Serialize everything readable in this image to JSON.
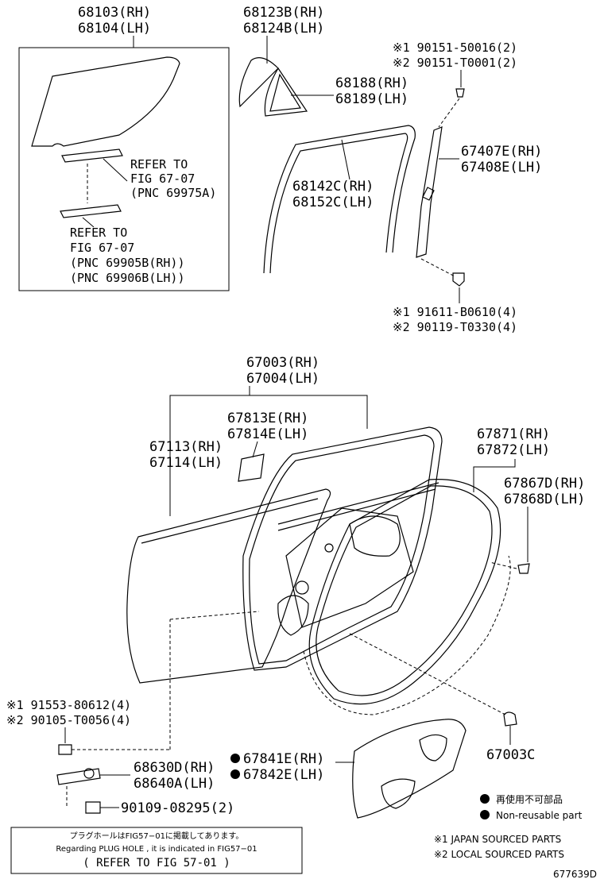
{
  "labels": {
    "glass_rh": "68103(RH)",
    "glass_lh": "68104(LH)",
    "quarter_rh": "68123B(RH)",
    "quarter_lh": "68124B(LH)",
    "qweather_rh": "68188(RH)",
    "qweather_lh": "68189(LH)",
    "screw1": "※1 90151-50016(2)",
    "screw2": "※2 90151-T0001(2)",
    "run_rh": "68142C(RH)",
    "run_lh": "68152C(LH)",
    "frame_rh": "67407E(RH)",
    "frame_lh": "67408E(LH)",
    "refer1_a": "REFER TO",
    "refer1_b": "FIG 67-07",
    "refer1_c": "(PNC 69975A)",
    "refer2_a": "REFER TO",
    "refer2_b": "FIG 67-07",
    "refer2_c": "(PNC 69905B(RH))",
    "refer2_d": "(PNC 69906B(LH))",
    "bolt1": "※1 91611-B0610(4)",
    "bolt2": "※2 90119-T0330(4)",
    "door_rh": "67003(RH)",
    "door_lh": "67004(LH)",
    "film_rh": "67813E(RH)",
    "film_lh": "67814E(LH)",
    "outer_rh": "67113(RH)",
    "outer_lh": "67114(LH)",
    "wstrip_rh": "67871(RH)",
    "wstrip_lh": "67872(LH)",
    "clip_rh": "67867D(RH)",
    "clip_lh": "67868D(LH)",
    "hinge_bolt1": "※1 91553-80612(4)",
    "hinge_bolt2": "※2 90105-T0056(4)",
    "check_rh": "68630D(RH)",
    "check_lh": "68640A(LH)",
    "seal_rh": "67841E(RH)",
    "seal_lh": "67842E(LH)",
    "plug": "67003C",
    "small_bolt": "90109-08295(2)"
  },
  "legend": {
    "jp": "再使用不可部品",
    "en": "Non-reusable part",
    "japan": "※1 JAPAN SOURCED PARTS",
    "local": "※2 LOCAL SOURCED PARTS"
  },
  "note": {
    "jp": "プラグホールはFIG57−01に掲載してあります。",
    "en": "Regarding PLUG HOLE , it is indicated in FIG57−01",
    "ref": "( REFER TO FIG 57-01 )"
  },
  "figure_id": "677639D"
}
